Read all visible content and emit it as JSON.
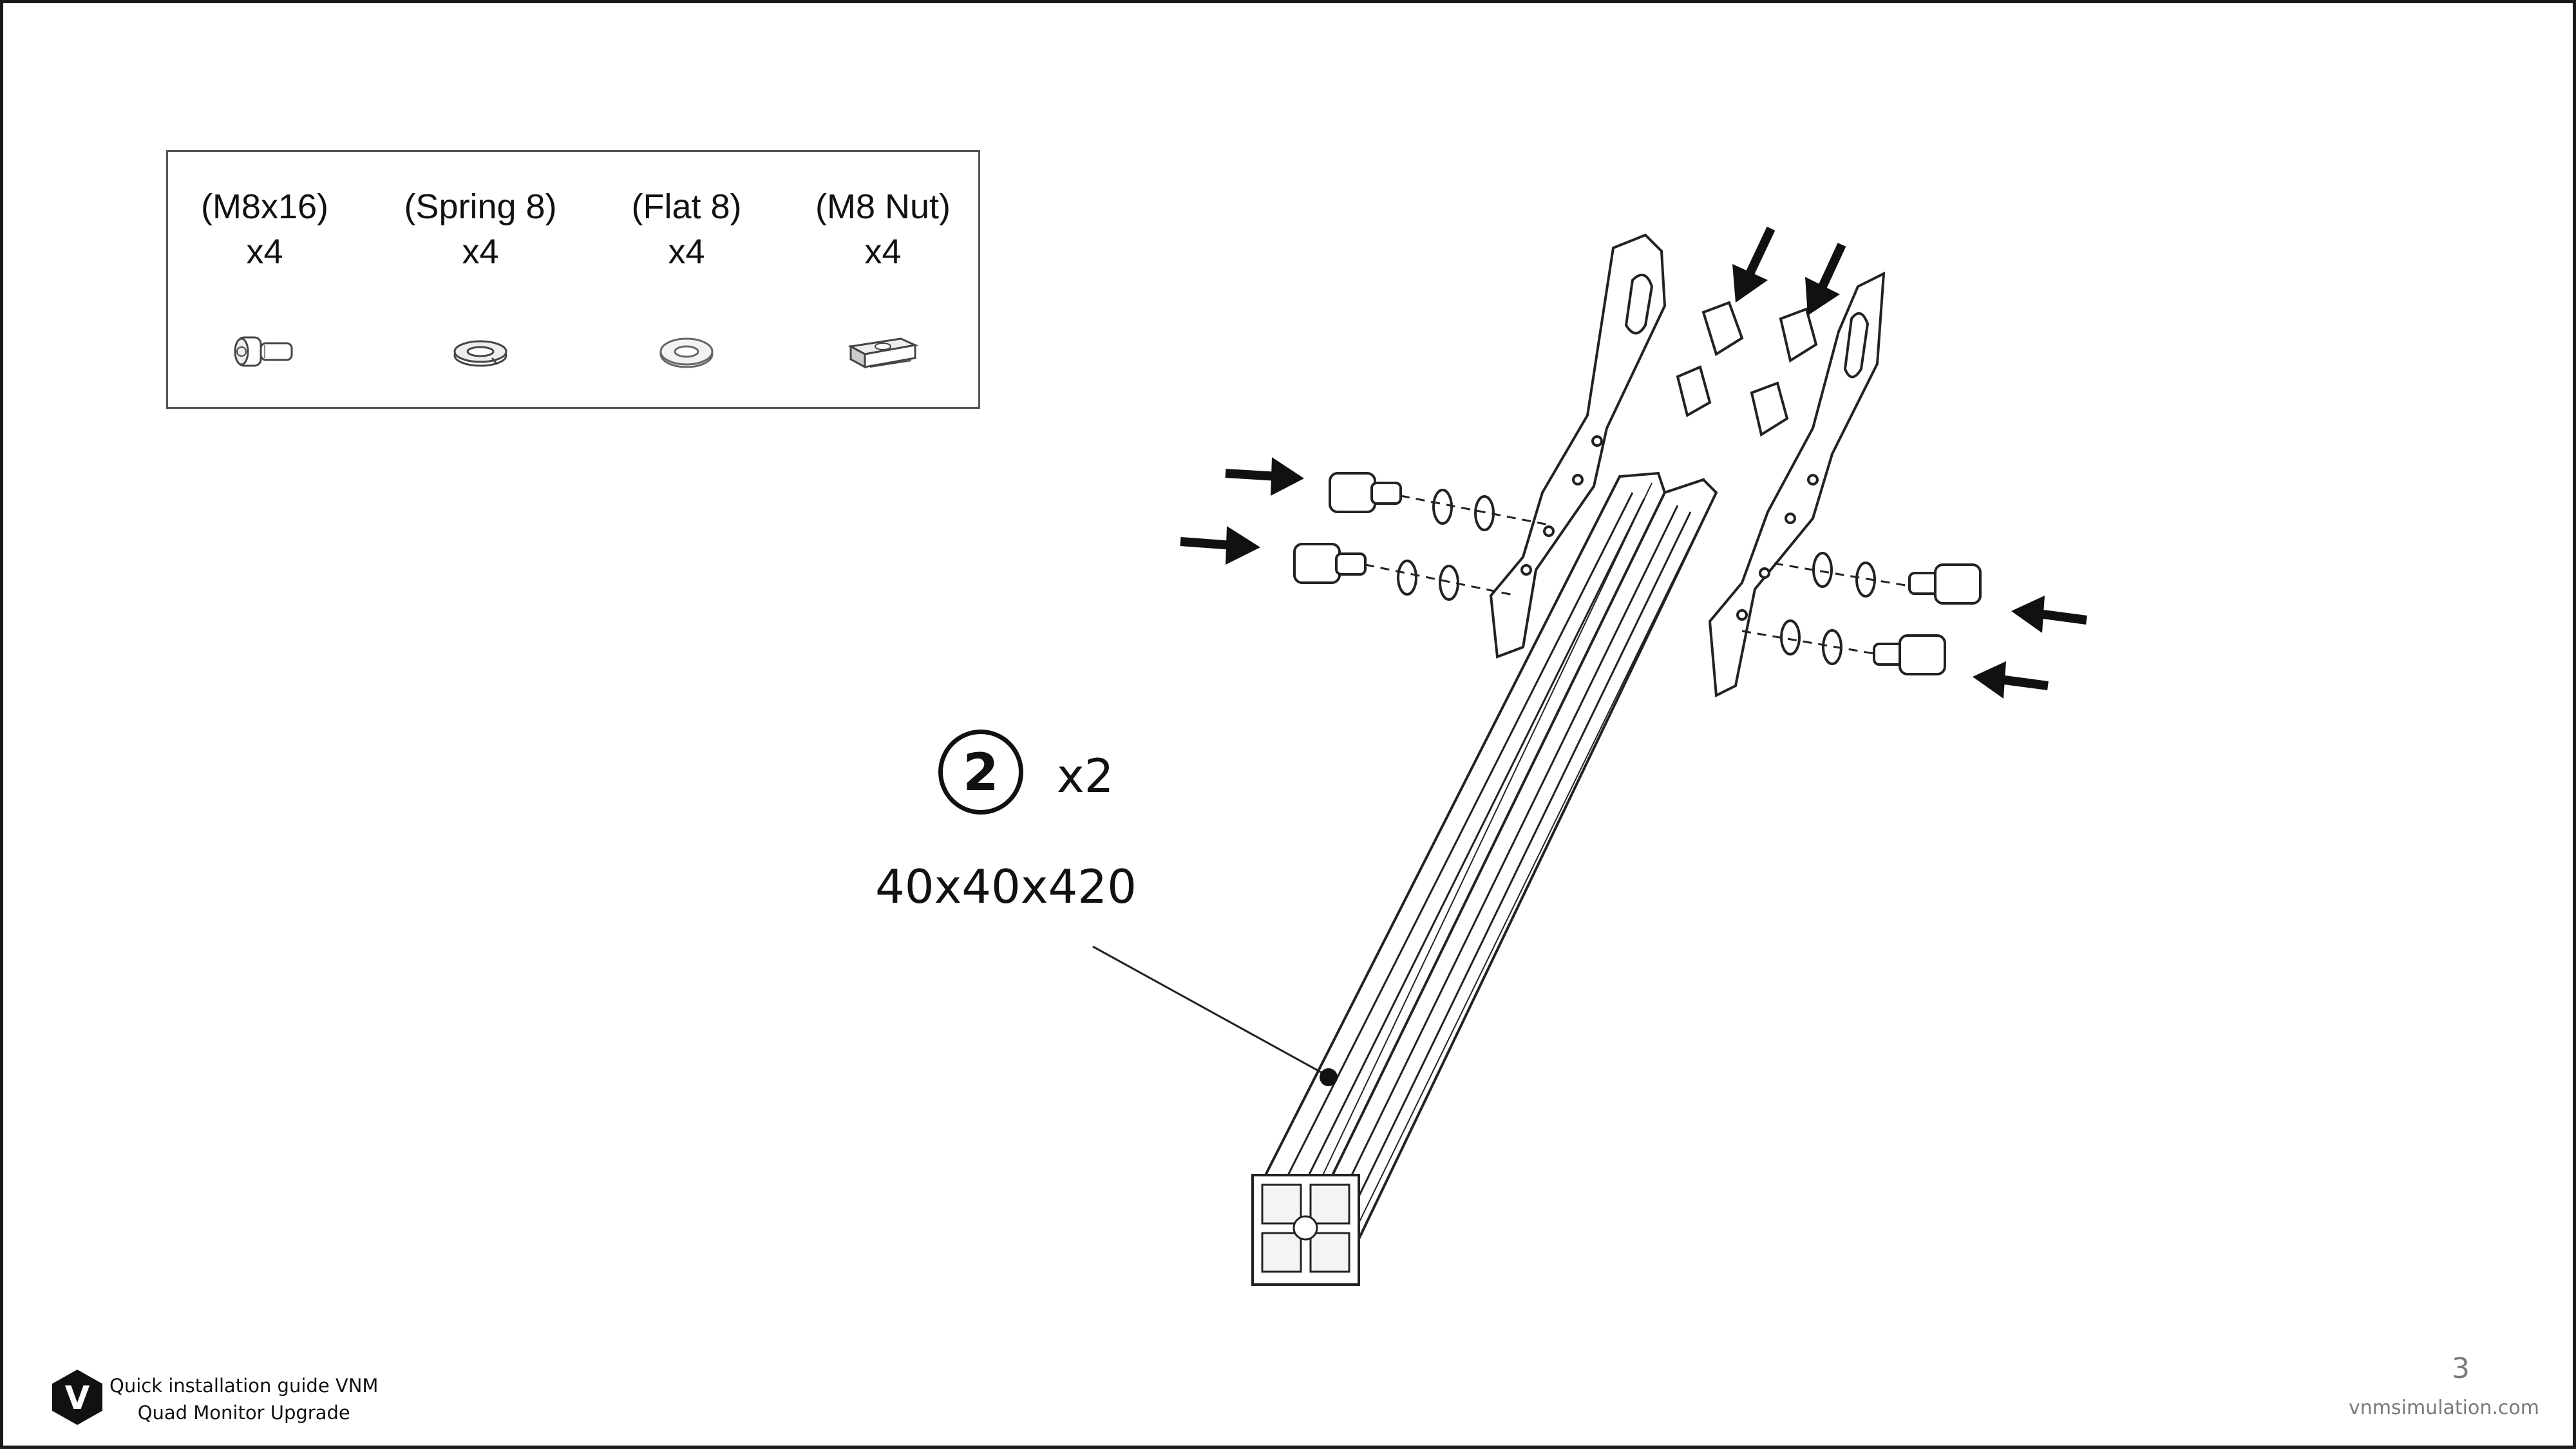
{
  "parts": [
    {
      "name": "(M8x16)",
      "qty": "x4",
      "icon": "socket-cap-screw-icon"
    },
    {
      "name": "(Spring 8)",
      "qty": "x4",
      "icon": "spring-washer-icon"
    },
    {
      "name": "(Flat 8)",
      "qty": "x4",
      "icon": "flat-washer-icon"
    },
    {
      "name": "(M8 Nut)",
      "qty": "x4",
      "icon": "t-slot-nut-icon"
    }
  ],
  "step": {
    "number": "2",
    "quantity": "x2"
  },
  "profile_label": "40x40x420",
  "footer": {
    "logo_letter": "V",
    "line1": "Quick installation guide VNM",
    "line2": "Quad Monitor Upgrade",
    "page_number": "3",
    "site": "vnmsimulation.com"
  }
}
